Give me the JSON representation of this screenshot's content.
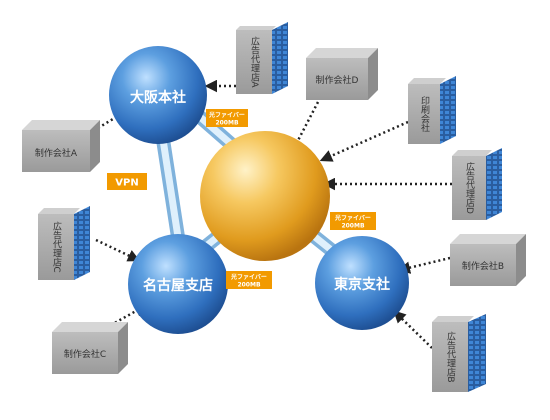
{
  "hubs": {
    "osaka": "大阪本社",
    "nagoya": "名古屋支店",
    "tokyo": "東京支社"
  },
  "sites": {
    "agency_a": "広告代理店A",
    "agency_b": "広告代理店B",
    "agency_c": "広告代理店C",
    "agency_d": "広告代理店D",
    "printing": "印刷会社",
    "prod_a": "制作会社A",
    "prod_b": "制作会社B",
    "prod_c": "制作会社C",
    "prod_d": "制作会社D"
  },
  "tags": {
    "vpn": "VPN",
    "fiber_osaka": {
      "line1": "光ファイバー",
      "line2": "200MB"
    },
    "fiber_nagoya": {
      "line1": "光ファイバー",
      "line2": "200MB"
    },
    "fiber_tokyo": {
      "line1": "光ファイバー",
      "line2": "200MB"
    }
  },
  "colors": {
    "hub_blue": "#2f78c8",
    "core_orange": "#e4a52a",
    "tag_orange": "#f29a00",
    "link_light_blue": "#c9e2f5",
    "building_gray": "#a9a9a9",
    "building_window": "#2f6fb6"
  }
}
